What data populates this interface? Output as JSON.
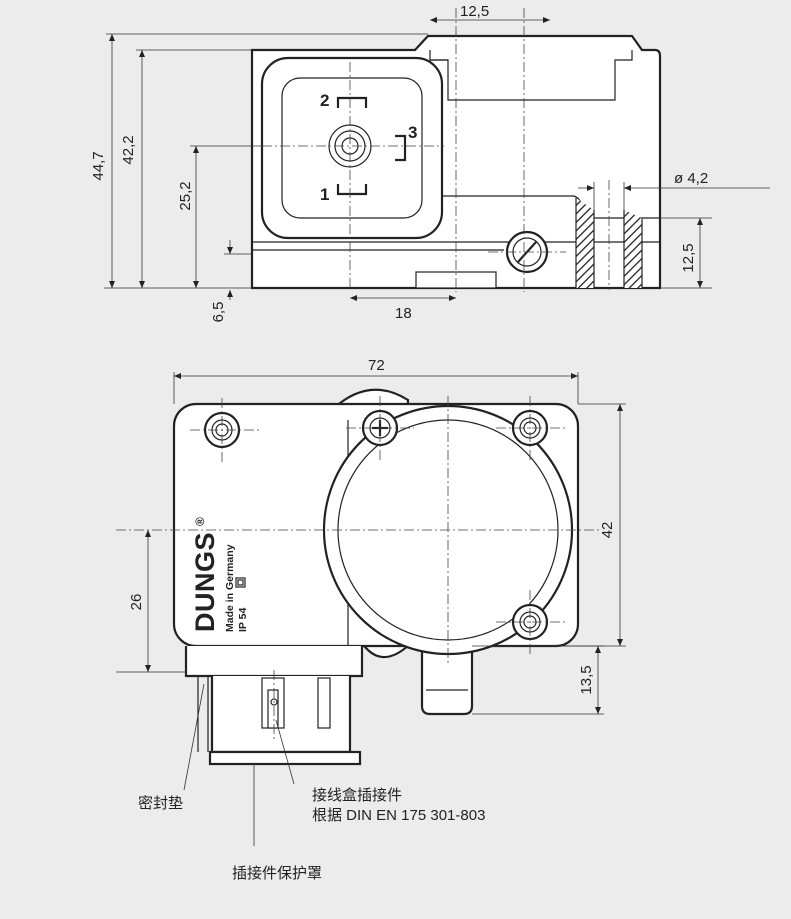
{
  "top_view": {
    "dims": {
      "width_top": "12,5",
      "height_total": "44,7",
      "height_body": "42,2",
      "height_center": "25,2",
      "height_base": "6,5",
      "offset_horizontal": "18",
      "diameter": "ø 4,2",
      "height_port": "12,5"
    },
    "pins": {
      "pin1": "1",
      "pin2": "2",
      "pin3": "3"
    }
  },
  "front_view": {
    "dims": {
      "width": "72",
      "height": "42",
      "height_center": "26",
      "port_length": "13,5"
    },
    "brand": "DUNGS",
    "brand_mark": "®",
    "made_in": "Made in Germany",
    "protection": "IP 54"
  },
  "callouts": {
    "gasket": "密封垫",
    "plug_line1": "接线盒插接件",
    "plug_line2": "根据 DIN EN 175 301-803",
    "plug_cover": "插接件保护罩"
  }
}
